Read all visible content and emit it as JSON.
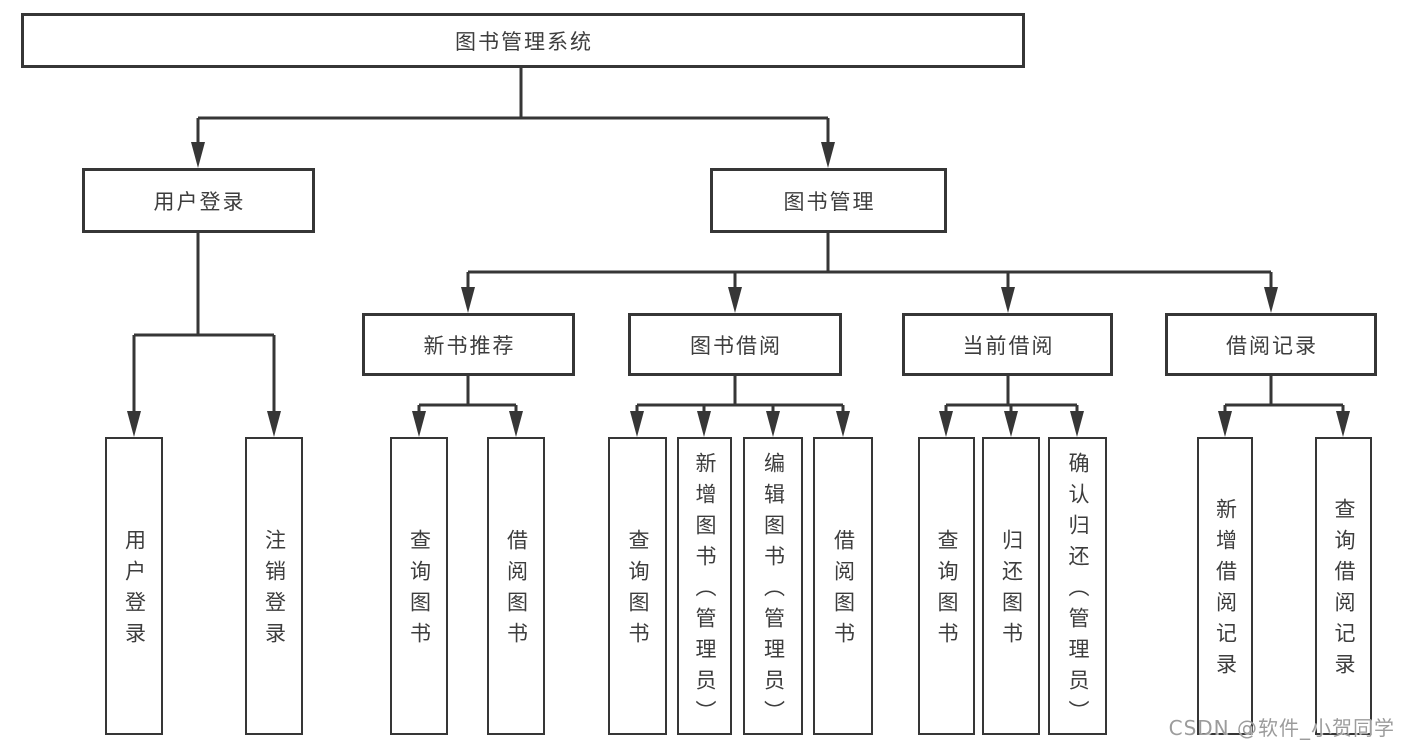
{
  "diagram_title": "图书管理系统",
  "tree": {
    "root": {
      "label": "图书管理系统"
    },
    "children": [
      {
        "label": "用户登录",
        "children": [
          {
            "label": "用户登录"
          },
          {
            "label": "注销登录"
          }
        ]
      },
      {
        "label": "图书管理",
        "children": [
          {
            "label": "新书推荐",
            "children": [
              {
                "label": "查询图书"
              },
              {
                "label": "借阅图书"
              }
            ]
          },
          {
            "label": "图书借阅",
            "children": [
              {
                "label": "查询图书"
              },
              {
                "label": "新增图书（管理员）"
              },
              {
                "label": "编辑图书（管理员）"
              },
              {
                "label": "借阅图书"
              }
            ]
          },
          {
            "label": "当前借阅",
            "children": [
              {
                "label": "查询图书"
              },
              {
                "label": "归还图书"
              },
              {
                "label": "确认归还（管理员）"
              }
            ]
          },
          {
            "label": "借阅记录",
            "children": [
              {
                "label": "新增借阅记录"
              },
              {
                "label": "查询借阅记录"
              }
            ]
          }
        ]
      }
    ]
  },
  "watermark": {
    "text": "CSDN @软件_小贺同学"
  },
  "colors": {
    "line": "#363636",
    "text": "#3d3d3d",
    "box_background": "#ffffff",
    "page_background": "#ffffff",
    "watermark": "#9c9c9c"
  }
}
